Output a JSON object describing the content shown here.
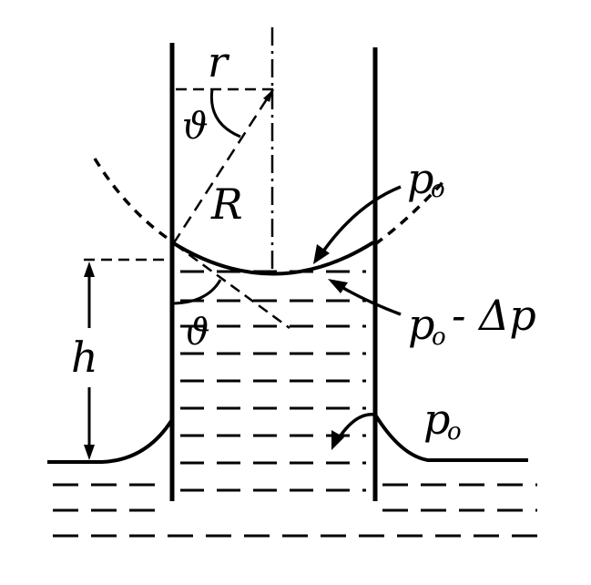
{
  "labels": {
    "r": "r",
    "theta_top": "ϑ",
    "R": "R",
    "theta_bottom": "ϑ",
    "h": "h",
    "p_top": "p",
    "p_top_sub": "o",
    "p_mid": "p",
    "p_mid_sub": "o",
    "p_mid_rest": "- Δp",
    "p_right": "p",
    "p_right_sub": "o"
  }
}
